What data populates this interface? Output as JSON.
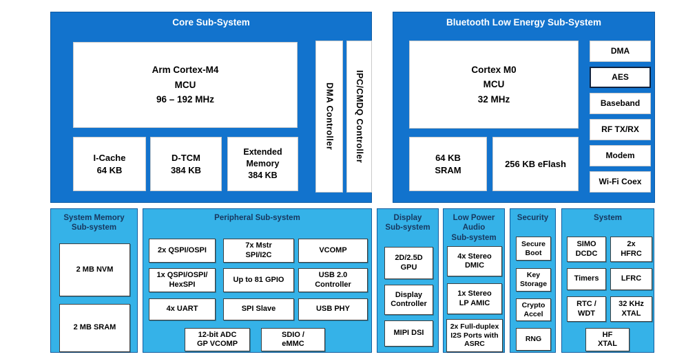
{
  "colors": {
    "panel_blue": "#1273cd",
    "panel_cyan": "#35b2e8",
    "title_navy": "#17375e",
    "title_white": "#ffffff",
    "box_white": "#ffffff",
    "box_text": "#000000"
  },
  "core": {
    "title": "Core Sub-System",
    "mcu": "Arm Cortex-M4\nMCU\n96 – 192 MHz",
    "icache": "I-Cache\n64 KB",
    "dtcm": "D-TCM\n384 KB",
    "extmem": "Extended\nMemory\n384 KB",
    "dma_controller": "DMA Controller",
    "ipc_controller": "IPC/CMDQ Controller"
  },
  "ble": {
    "title": "Bluetooth Low Energy Sub-System",
    "mcu": "Cortex M0\nMCU\n32 MHz",
    "sram": "64 KB\nSRAM",
    "eflash": "256 KB eFlash",
    "side": {
      "dma": "DMA",
      "aes": "AES",
      "baseband": "Baseband",
      "rf": "RF TX/RX",
      "modem": "Modem",
      "wifi_coex": "Wi-Fi Coex"
    }
  },
  "memory": {
    "title": "System Memory\nSub-system",
    "nvm": "2 MB NVM",
    "sram": "2 MB SRAM"
  },
  "peripheral": {
    "title": "Peripheral Sub-system",
    "qspi2x": "2x QSPI/OSPI",
    "mstr_spi_i2c": "7x Mstr\nSPI/I2C",
    "vcomp": "VCOMP",
    "qspi1x": "1x QSPI/OSPI/\nHexSPI",
    "gpio": "Up to 81 GPIO",
    "usb2": "USB 2.0\nController",
    "uart": "4x UART",
    "spi_slave": "SPI Slave",
    "usb_phy": "USB PHY",
    "adc": "12-bit ADC\nGP VCOMP",
    "sdio": "SDIO /\neMMC"
  },
  "display": {
    "title": "Display\nSub-system",
    "gpu": "2D/2.5D\nGPU",
    "controller": "Display\nController",
    "mipi": "MIPI DSI"
  },
  "audio": {
    "title": "Low Power\nAudio\nSub-system",
    "dmic": "4x Stereo\nDMIC",
    "amic": "1x Stereo\nLP AMIC",
    "i2s": "2x Full-duplex\nI2S Ports with\nASRC"
  },
  "security": {
    "title": "Security",
    "secure_boot": "Secure\nBoot",
    "key_storage": "Key\nStorage",
    "crypto_accel": "Crypto\nAccel",
    "rng": "RNG"
  },
  "system": {
    "title": "System",
    "simo_dcdc": "SIMO\nDCDC",
    "hfrc": "2x\nHFRC",
    "timers": "Timers",
    "lfrc": "LFRC",
    "rtc_wdt": "RTC /\nWDT",
    "xtal32": "32 KHz\nXTAL",
    "hf_xtal": "HF\nXTAL"
  }
}
